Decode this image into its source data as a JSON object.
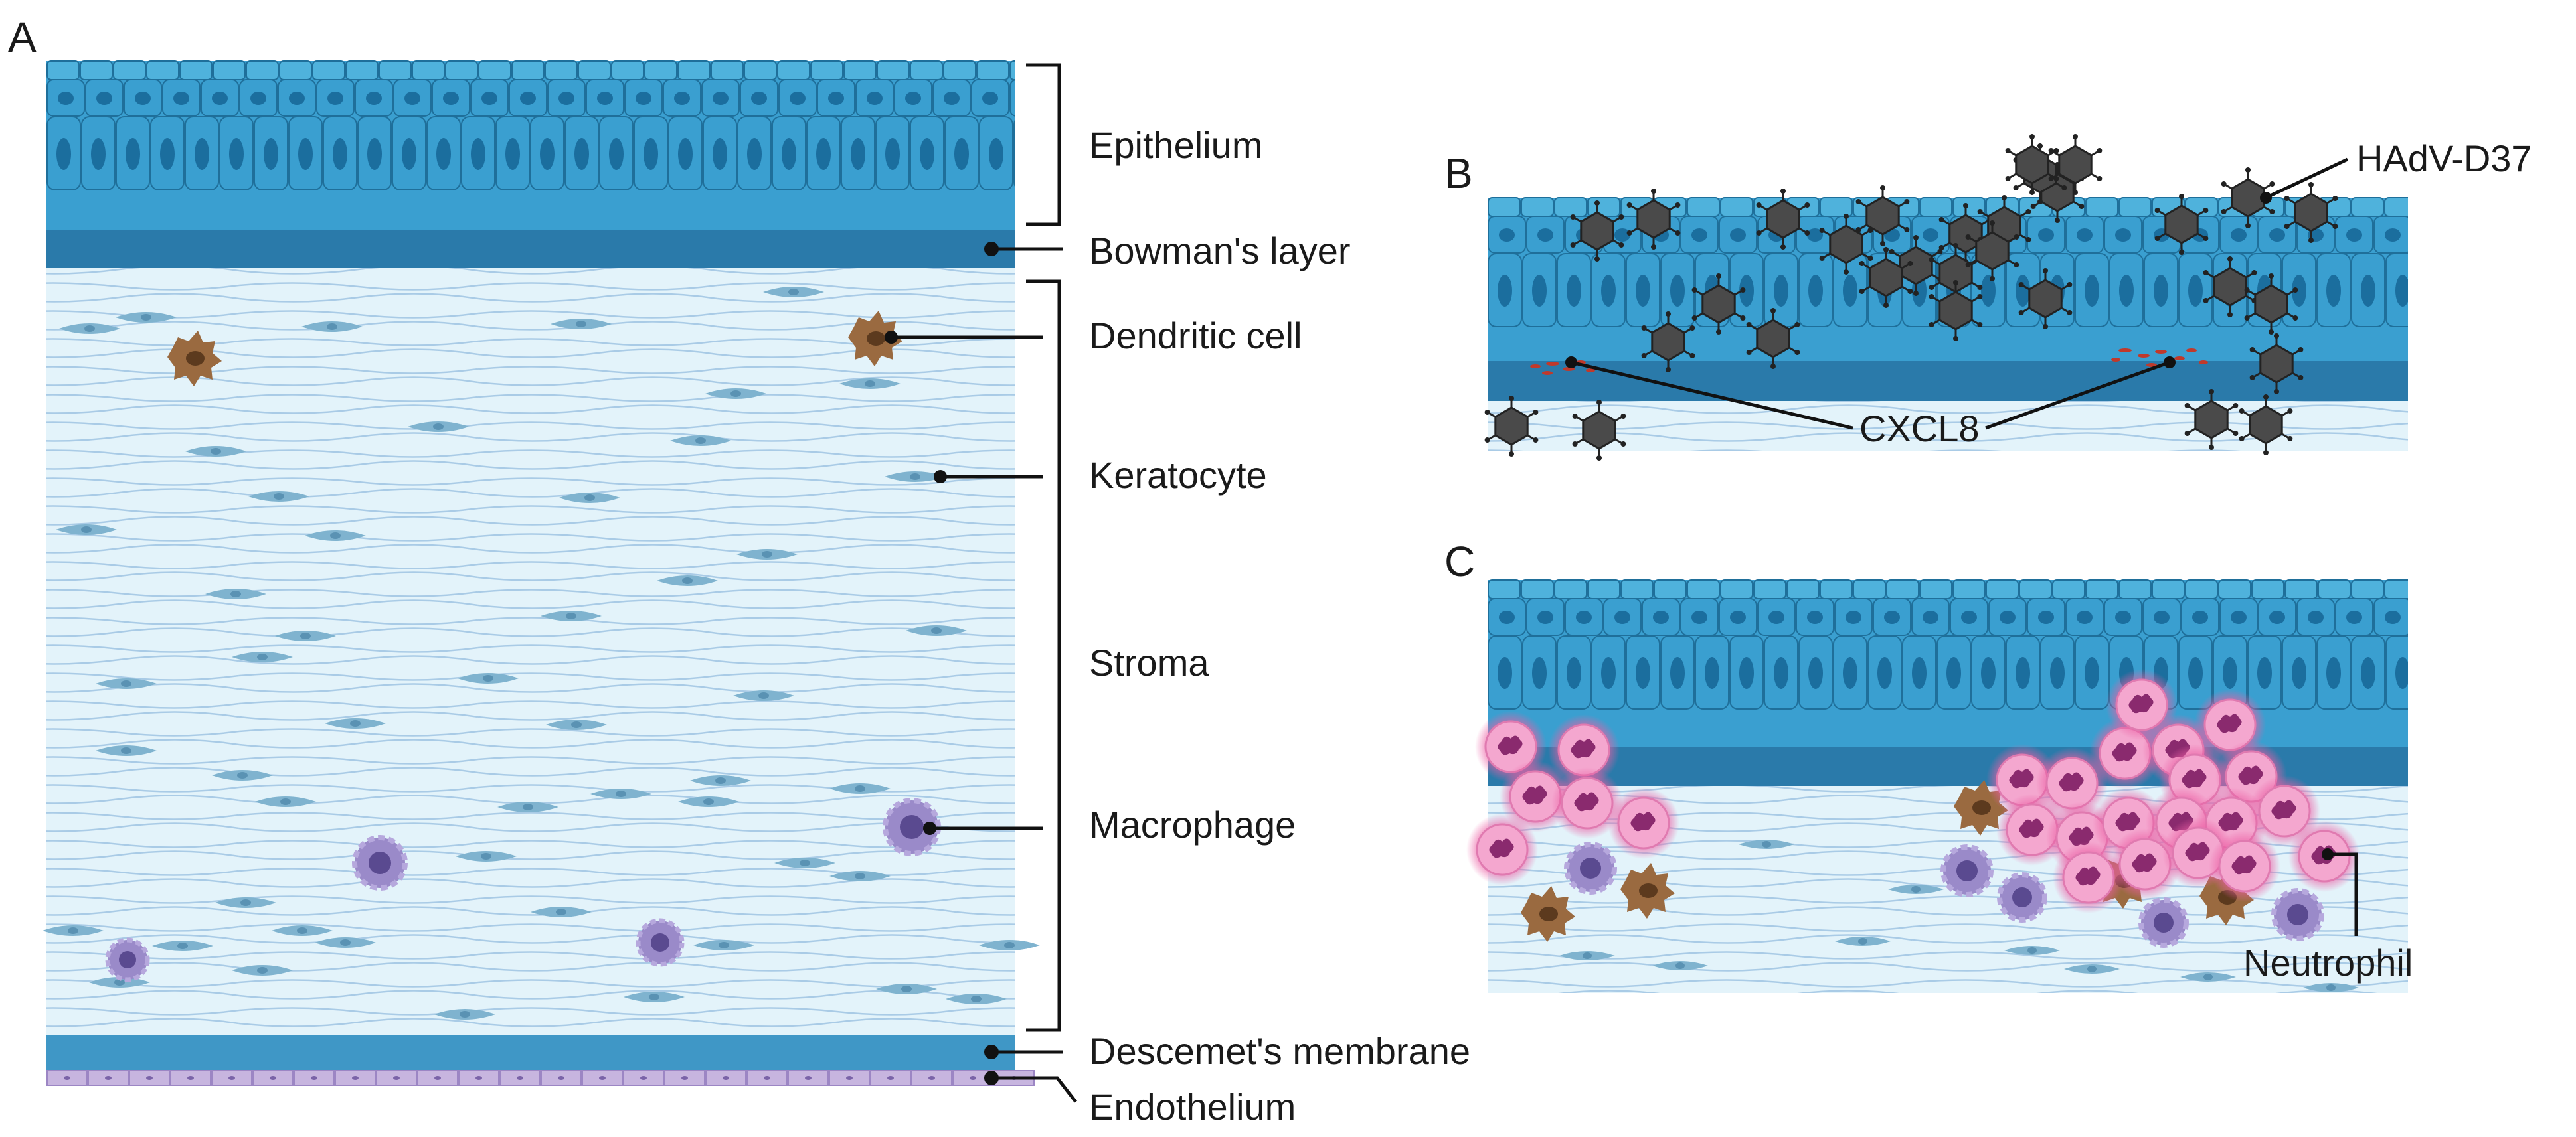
{
  "panels": {
    "a": {
      "letter": "A",
      "labels": {
        "epithelium": "Epithelium",
        "bowman": "Bowman's layer",
        "dendritic": "Dendritic cell",
        "keratocyte": "Keratocyte",
        "stroma": "Stroma",
        "macrophage": "Macrophage",
        "descemet": "Descemet's membrane",
        "endothelium": "Endothelium"
      }
    },
    "b": {
      "letter": "B",
      "labels": {
        "virus": "HAdV-D37",
        "chemokine": "CXCL8"
      }
    },
    "c": {
      "letter": "C",
      "labels": {
        "neutrophil": "Neutrophil"
      }
    }
  },
  "colors": {
    "epithelium_cell": "#3a9fd0",
    "epithelium_border": "#1f6f9a",
    "nucleus": "#1b6e9e",
    "bowman": "#2a7aaa",
    "stroma": "#e3f3fa",
    "stroma_fiber": "#a9cbe6",
    "keratocyte": "#7fb3cf",
    "descemet": "#3f97c6",
    "endothelium": "#c7b5df",
    "dendritic": "#9a6a40",
    "macrophage": "#9a8ac9",
    "virus": "#4a4a4a",
    "neutrophil": "#f4a7cf",
    "neutrophil_glow": "#ec5fa4",
    "cxcl8": "#c0392b"
  }
}
